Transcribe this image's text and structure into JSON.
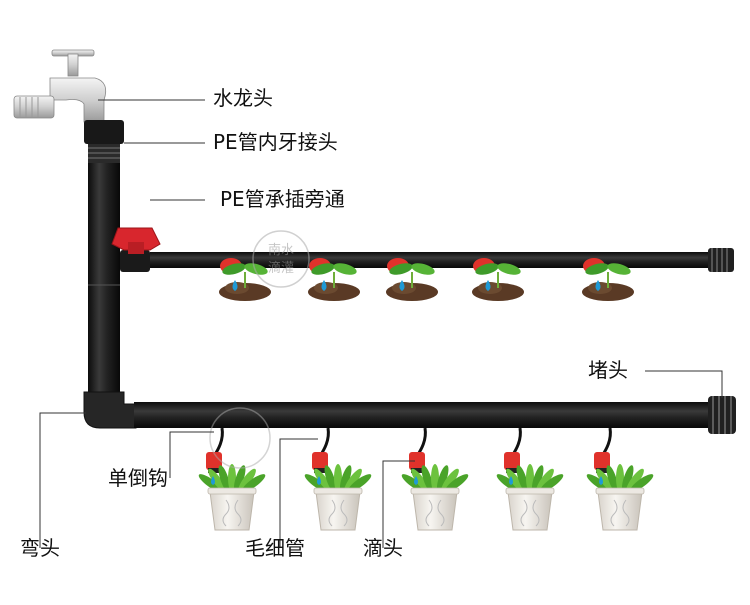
{
  "labels": {
    "faucet": "水龙头",
    "pe_inner_thread": "PE管内牙接头",
    "pe_bypass": "PE管承插旁通",
    "end_plug": "堵头",
    "inverted_hook": "单倒钩",
    "elbow": "弯头",
    "capillary": "毛细管",
    "dripper": "滴头"
  },
  "watermark": {
    "line1": "南水",
    "line2": "滴灌"
  },
  "colors": {
    "pipe": "#1f1f1f",
    "valve": "#d8262d",
    "dripper": "#e0322b",
    "soil": "#5a3a25",
    "leaf": "#3f9b2a",
    "water_drop": "#1f9ad6",
    "leader_line": "#333333"
  }
}
